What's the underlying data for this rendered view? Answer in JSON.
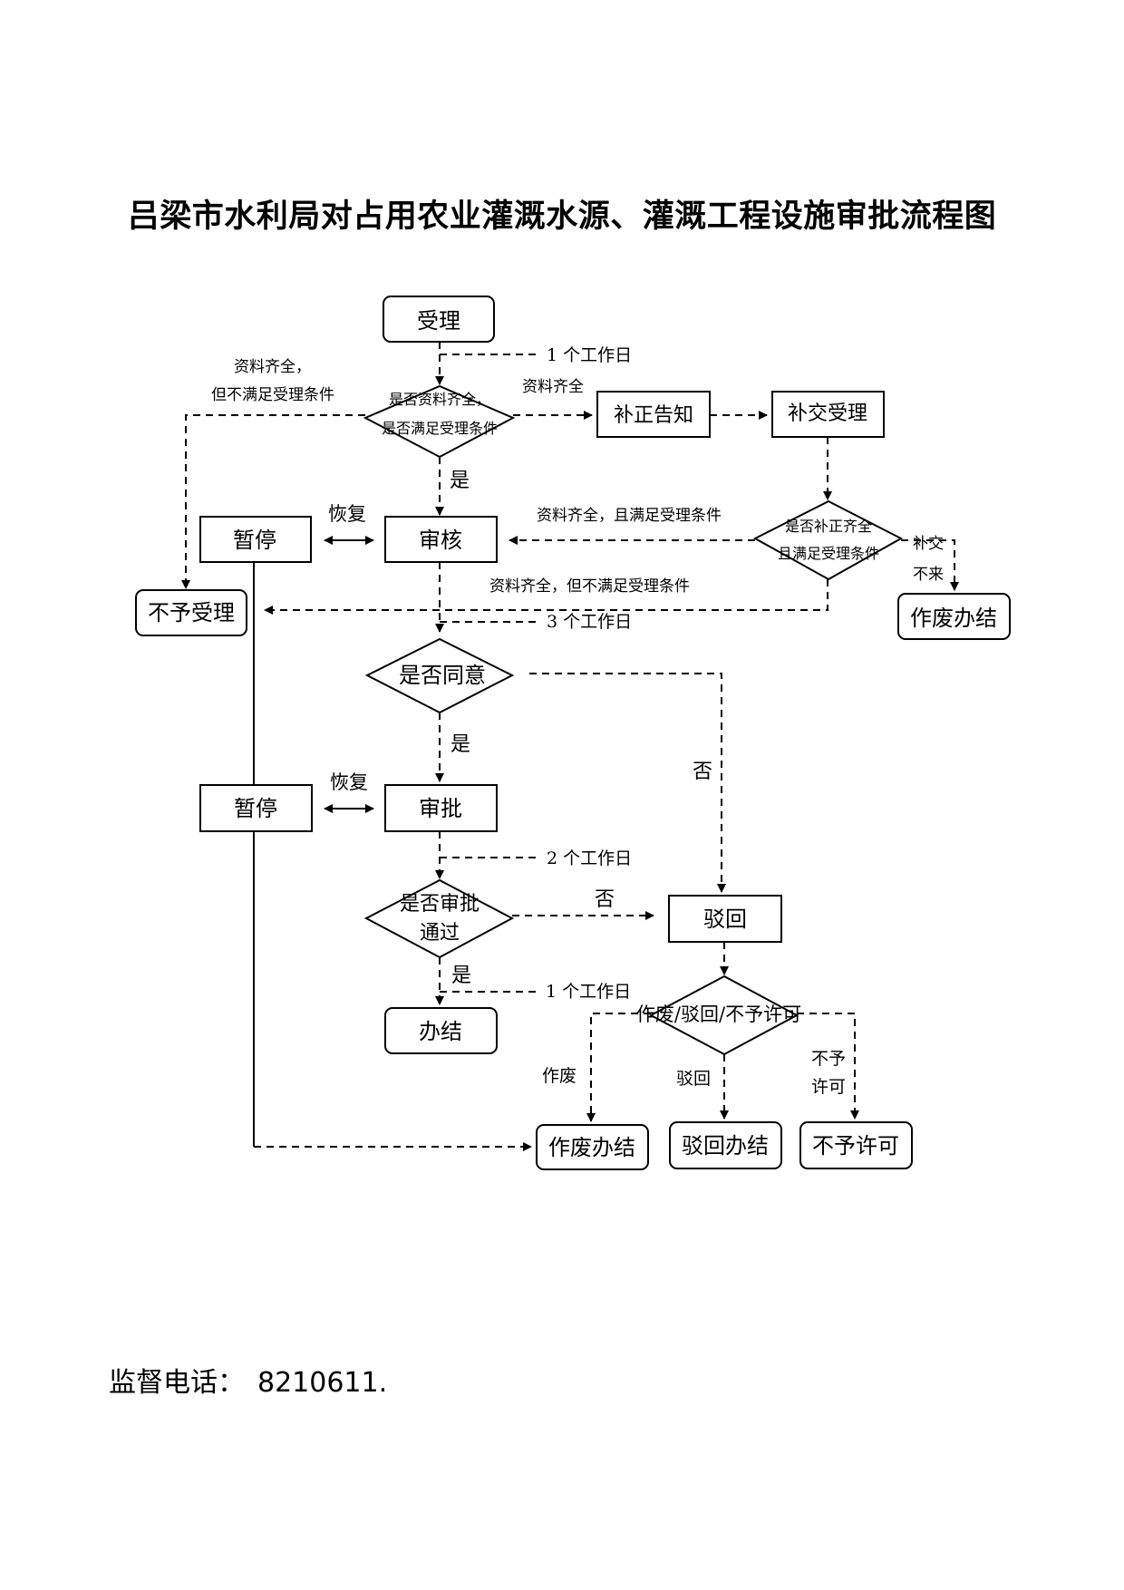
{
  "title": "吕梁市水利局对占用农业灌溉水源、灌溉工程设施审批流程图",
  "footer": {
    "label": "监督电话：",
    "phone": "8210611."
  },
  "nodes": {
    "shouli": "受理",
    "d_ziliao_1": "是否资料齐全，",
    "d_ziliao_2": "是否满足受理条件",
    "buzheng": "补正告知",
    "bujiao": "补交受理",
    "zanting1": "暂停",
    "shenhe": "审核",
    "d_buzheng_1": "是否补正齐全",
    "d_buzheng_2": "且满足受理条件",
    "buyu": "不予受理",
    "zuofei1": "作废办结",
    "d_tongyi": "是否同意",
    "zanting2": "暂停",
    "shenpi": "审批",
    "d_shenpi_1": "是否审批",
    "d_shenpi_2": "通过",
    "bohui": "驳回",
    "banjie": "办结",
    "d_final": "作废/驳回/不予许可",
    "zuofei2": "作废办结",
    "bohui_banjie": "驳回办结",
    "bu_xuke": "不予许可"
  },
  "labels": {
    "day1": "1 个工作日",
    "left_note_1": "资料齐全，",
    "left_note_2": "但不满足受理条件",
    "ziliao_qiquan": "资料齐全",
    "shi1": "是",
    "huifu1": "恢复",
    "qiquan_manzu": "资料齐全，且满足受理条件",
    "bujiao_1": "补交",
    "bujiao_2": "不来",
    "qiquan_bumanzu": "资料齐全，但不满足受理条件",
    "day3": "3 个工作日",
    "shi2": "是",
    "fou1": "否",
    "huifu2": "恢复",
    "day2": "2 个工作日",
    "fou2": "否",
    "shi3": "是",
    "day1b": "1 个工作日",
    "zuofei": "作废",
    "bohui": "驳回",
    "buyu_1": "不予",
    "buyu_2": "许可"
  }
}
